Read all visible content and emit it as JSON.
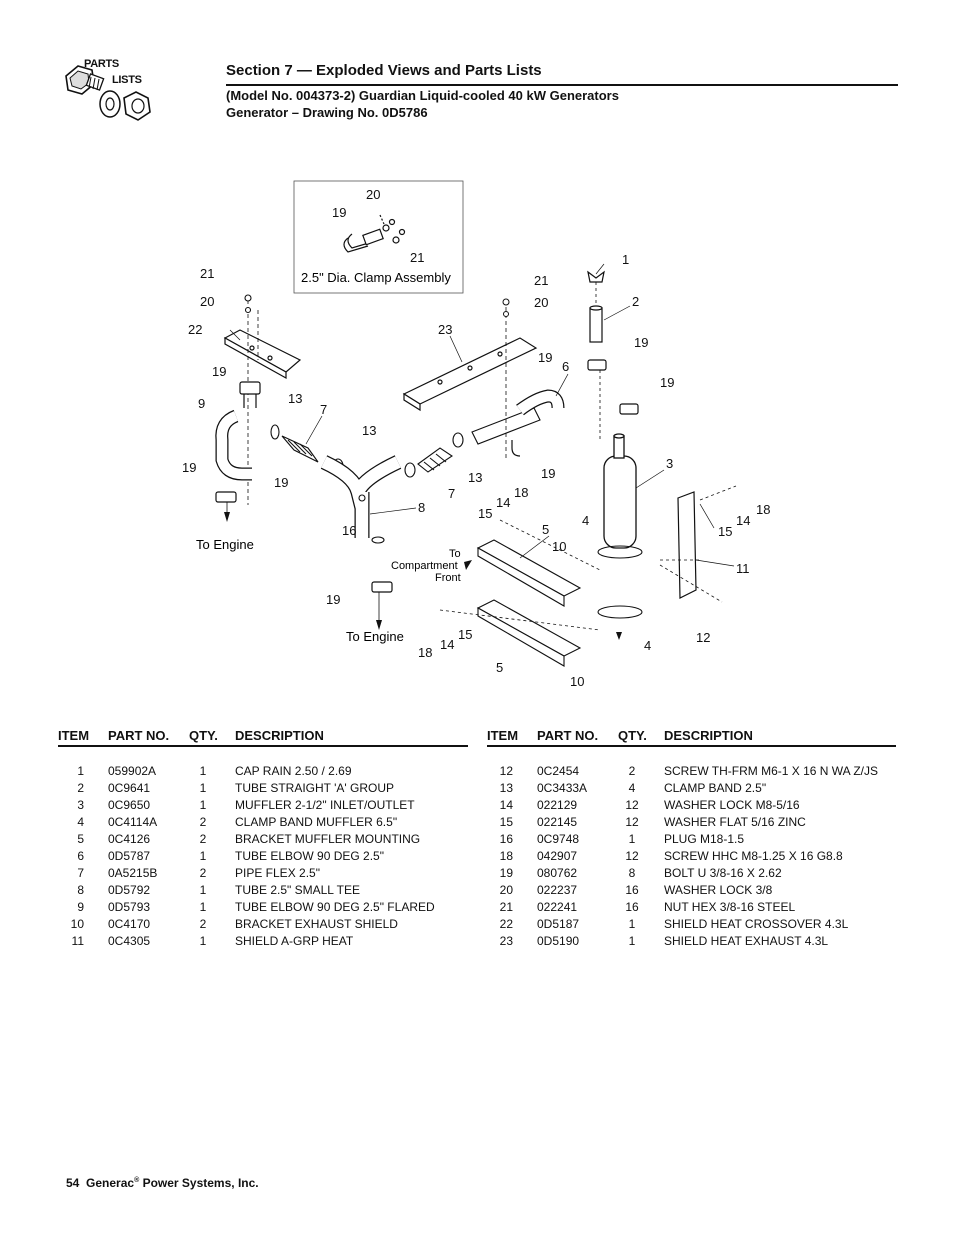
{
  "logo": {
    "line1": "PARTS",
    "line2": "LISTS"
  },
  "header": {
    "section_title": "Section 7 — Exploded Views and Parts Lists",
    "subtitle1": "(Model No. 004373-2) Guardian Liquid-cooled 40 kW Generators",
    "subtitle2": "Generator – Drawing No. 0D5786"
  },
  "diagram": {
    "inset_caption": "2.5\" Dia. Clamp Assembly",
    "label_to_engine": "To Engine",
    "label_compartment_1": "To",
    "label_compartment_2": "Compartment",
    "label_compartment_3": "Front",
    "callouts": [
      "1",
      "2",
      "3",
      "4",
      "5",
      "6",
      "7",
      "8",
      "9",
      "10",
      "11",
      "12",
      "13",
      "14",
      "15",
      "16",
      "18",
      "19",
      "20",
      "21",
      "22",
      "23"
    ]
  },
  "table": {
    "headers": {
      "item": "ITEM",
      "part": "PART NO.",
      "qty": "QTY.",
      "desc": "DESCRIPTION"
    },
    "left": [
      {
        "item": "1",
        "part": "059902A",
        "qty": "1",
        "desc": "CAP RAIN 2.50 / 2.69"
      },
      {
        "item": "2",
        "part": "0C9641",
        "qty": "1",
        "desc": "TUBE STRAIGHT 'A' GROUP"
      },
      {
        "item": "3",
        "part": "0C9650",
        "qty": "1",
        "desc": "MUFFLER 2-1/2\" INLET/OUTLET"
      },
      {
        "item": "4",
        "part": "0C4114A",
        "qty": "2",
        "desc": "CLAMP BAND MUFFLER 6.5\""
      },
      {
        "item": "5",
        "part": "0C4126",
        "qty": "2",
        "desc": "BRACKET MUFFLER MOUNTING"
      },
      {
        "item": "6",
        "part": "0D5787",
        "qty": "1",
        "desc": "TUBE ELBOW 90 DEG 2.5\""
      },
      {
        "item": "7",
        "part": "0A5215B",
        "qty": "2",
        "desc": "PIPE FLEX 2.5\""
      },
      {
        "item": "8",
        "part": "0D5792",
        "qty": "1",
        "desc": "TUBE 2.5\"  SMALL TEE"
      },
      {
        "item": "9",
        "part": "0D5793",
        "qty": "1",
        "desc": "TUBE ELBOW 90 DEG 2.5\" FLARED"
      },
      {
        "item": "10",
        "part": "0C4170",
        "qty": "2",
        "desc": "BRACKET EXHAUST SHIELD"
      },
      {
        "item": "11",
        "part": "0C4305",
        "qty": "1",
        "desc": "SHIELD A-GRP HEAT"
      }
    ],
    "right": [
      {
        "item": "12",
        "part": "0C2454",
        "qty": "2",
        "desc": "SCREW TH-FRM M6-1 X 16 N WA Z/JS"
      },
      {
        "item": "13",
        "part": "0C3433A",
        "qty": "4",
        "desc": "CLAMP BAND 2.5\""
      },
      {
        "item": "14",
        "part": "022129",
        "qty": "12",
        "desc": "WASHER LOCK M8-5/16"
      },
      {
        "item": "15",
        "part": "022145",
        "qty": "12",
        "desc": "WASHER FLAT 5/16 ZINC"
      },
      {
        "item": "16",
        "part": "0C9748",
        "qty": "1",
        "desc": "PLUG M18-1.5"
      },
      {
        "item": "18",
        "part": "042907",
        "qty": "12",
        "desc": "SCREW HHC M8-1.25 X 16 G8.8"
      },
      {
        "item": "19",
        "part": "080762",
        "qty": "8",
        "desc": "BOLT U 3/8-16 X 2.62"
      },
      {
        "item": "20",
        "part": "022237",
        "qty": "16",
        "desc": "WASHER LOCK 3/8"
      },
      {
        "item": "21",
        "part": "022241",
        "qty": "16",
        "desc": "NUT HEX 3/8-16 STEEL"
      },
      {
        "item": "22",
        "part": "0D5187",
        "qty": "1",
        "desc": "SHIELD HEAT CROSSOVER 4.3L"
      },
      {
        "item": "23",
        "part": "0D5190",
        "qty": "1",
        "desc": "SHIELD HEAT EXHAUST 4.3L"
      }
    ]
  },
  "footer": {
    "page": "54",
    "company": "Generac",
    "reg": "®",
    "rest": " Power Systems, Inc."
  }
}
